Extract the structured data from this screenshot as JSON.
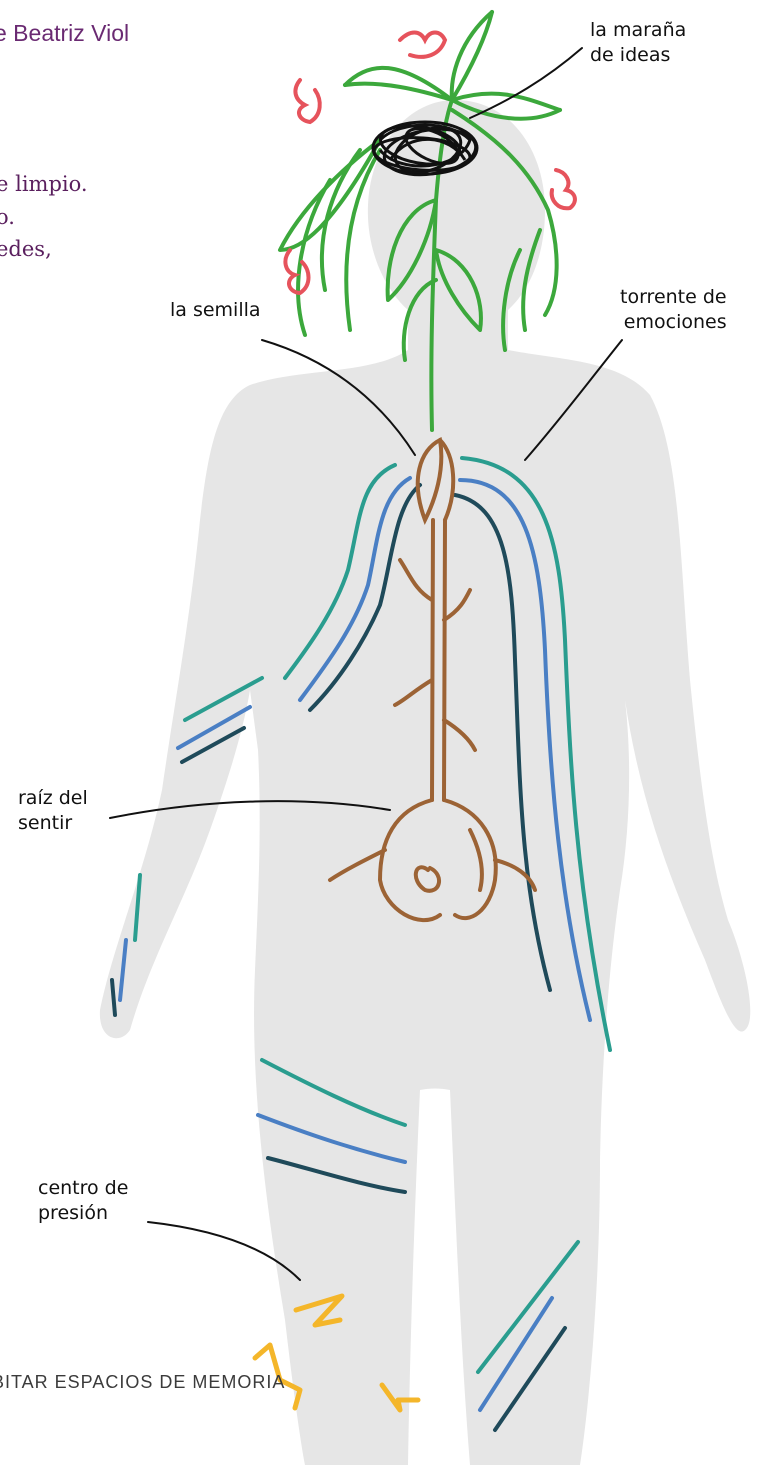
{
  "header": {
    "author": "e Beatriz Viol"
  },
  "text_fragment": {
    "line1": "e limpio.",
    "line2": "o.",
    "line3": "edes,"
  },
  "footer": {
    "text": "BITAR ESPACIOS DE MEMORIA"
  },
  "labels": {
    "marana": "la maraña\nde ideas",
    "semilla": "la semilla",
    "torrente": "torrente de\nemociones",
    "raiz": "raíz del\nsentir",
    "centro": "centro de\npresión"
  },
  "colors": {
    "silhouette": "#e6e6e6",
    "plant": "#3ca83c",
    "flower": "#e6535c",
    "root": "#9c6335",
    "teal": "#2a9d8f",
    "blue": "#4a7fc4",
    "dark": "#1f4a5a",
    "zigzag": "#f4b62a",
    "scribble": "#111111"
  }
}
